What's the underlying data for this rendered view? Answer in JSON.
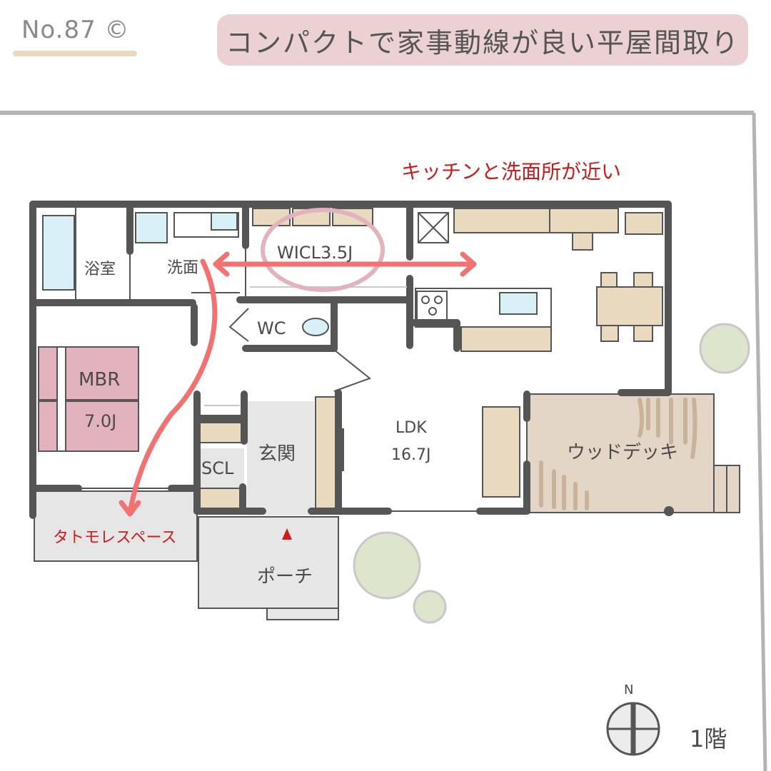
{
  "header": {
    "number": "No.87 ©",
    "title": "コンパクトで家事動線が良い平屋間取り"
  },
  "annotations": {
    "kitchen_note": "キッチンと洗面所が近い",
    "drying_space": "タトモレスペース"
  },
  "rooms": {
    "bathroom": "浴室",
    "washroom": "洗面",
    "wicl": "WICL3.5J",
    "wc": "WC",
    "mbr_name": "MBR",
    "mbr_size": "7.0J",
    "scl": "SCL",
    "entrance": "玄関",
    "ldk_name": "LDK",
    "ldk_size": "16.7J",
    "wood_deck": "ウッドデッキ",
    "porch": "ポーチ"
  },
  "compass": {
    "label": "N"
  },
  "floor_label": "1階",
  "colors": {
    "wall": "#555555",
    "furniture": "#e8d9bf",
    "water": "#d8f1f7",
    "bedding": "#e3b3bd",
    "deck": "#e4d6c6",
    "exterior": "#e6e6e6",
    "tree": "#dde6cc",
    "flow_arrow": "#f27272",
    "note_red": "#cc1b1b",
    "title_bg": "#ecd1d3"
  }
}
